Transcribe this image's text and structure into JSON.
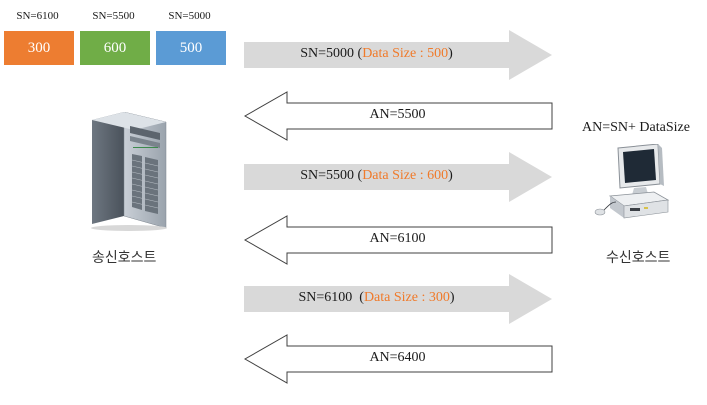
{
  "segments": [
    {
      "sn_label": "SN=6100",
      "size": "300",
      "color": "#ed7d31"
    },
    {
      "sn_label": "SN=5500",
      "size": "600",
      "color": "#70ad47"
    },
    {
      "sn_label": "SN=5000",
      "size": "500",
      "color": "#5b9bd5"
    }
  ],
  "messages": {
    "msg1": {
      "prefix": "SN=5000 (",
      "data": "Data Size : 500",
      "suffix": ")"
    },
    "ack1": "AN=5500",
    "msg2": {
      "prefix": "SN=5500 (",
      "data": "Data Size : 600",
      "suffix": ")"
    },
    "ack2": "AN=6100",
    "msg3": {
      "prefix": "SN=6100  (",
      "data": "Data Size : 300",
      "suffix": ")"
    },
    "ack3": "AN=6400"
  },
  "sender": {
    "label": "송신호스트",
    "icon": "server-icon"
  },
  "receiver": {
    "label": "수신호스트",
    "icon": "desktop-computer-icon"
  },
  "formula": "AN=SN+ DataSize",
  "colors": {
    "send_arrow_fill": "#d9d9d9",
    "ack_arrow_fill": "#ffffff",
    "ack_arrow_stroke": "#404040",
    "highlight_text": "#f07a2a"
  }
}
